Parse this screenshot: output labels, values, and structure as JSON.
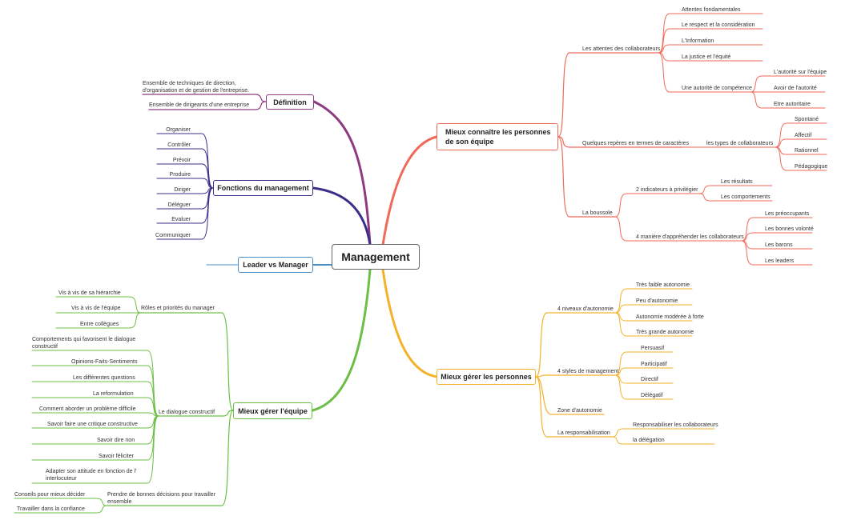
{
  "root": {
    "label": "Management"
  },
  "colors": {
    "definition": "#8e3a80",
    "fonctions": "#3b2f8a",
    "leader": "#4a8ec7",
    "equipe": "#6cbf45",
    "connaitre": "#f06a5a",
    "gerer": "#f3b22a"
  },
  "branches": {
    "definition": {
      "label": "Définition",
      "children": [
        "Ensemble de techniques de direction, d'organisation et de gestion de l'entreprise.",
        "Ensemble de dirigeants d'une entreprise"
      ]
    },
    "fonctions": {
      "label": "Fonctions du management",
      "children": [
        "Organiser",
        "Contrôler",
        "Prévoir",
        "Produire",
        "Diriger",
        "Déléguer",
        "Evaluer",
        "Communiquer"
      ]
    },
    "leader": {
      "label": "Leader vs Manager"
    },
    "equipe": {
      "label": "Mieux gérer l'équipe",
      "roles": {
        "label": "Rôles et priorités du manager",
        "children": [
          "Vis à vis de sa hiérarchie",
          "Vis à vis de l'équipe",
          "Entre collègues"
        ]
      },
      "dialogue": {
        "label": "Le dialogue constructif",
        "children": [
          "Comportements qui favorisent le dialogue constructif",
          "Opinions-Faits-Sentiments",
          "Les différentes questions",
          "La reformulation",
          "Comment aborder un problème difficile",
          "Savoir faire une critique constructive",
          "Savoir dire non",
          "Savoir féliciter",
          "Adapter son attitude en fonction de l' interlocuteur"
        ]
      },
      "decisions": {
        "label": "Prendre de bonnes décisions pour travailler ensemble",
        "children": [
          "Conseils pour mieux décider",
          "Travailler dans la confiance"
        ]
      }
    },
    "connaitre": {
      "label": "Mieux connaître les personnes de son équipe",
      "attentes": {
        "label": "Les attentes des collaborateurs",
        "children": [
          "Attentes fondamentales",
          "Le respect et la considération",
          "L'Information",
          "La justice et l'équité"
        ],
        "competence": {
          "label": "Une autorité de compétence",
          "children": [
            "L'autorité sur l'équipe",
            "Avoir de l'autorité",
            "Etre autoritaire"
          ]
        }
      },
      "reperes": {
        "label": "Quelques repères en termes de caractères",
        "types": {
          "label": "les types de collaborateurs",
          "children": [
            "Spontané",
            "Affectif",
            "Rationnel",
            "Pédagogique"
          ]
        }
      },
      "boussole": {
        "label": "La boussole",
        "indicateurs": {
          "label": "2 indicateurs à privilégier",
          "children": [
            "Les résultats",
            "Les comportements"
          ]
        },
        "manieres": {
          "label": "4 manière d'appréhender les collaborateurs",
          "children": [
            "Les préoccupants",
            "Les bonnes volonté",
            "Les barons",
            "Les leaders"
          ]
        }
      }
    },
    "gerer": {
      "label": "Mieux gérer les personnes",
      "niveaux": {
        "label": "4 niveaux d'autonomie",
        "children": [
          "Très faible autonomie",
          "Peu d'autonomie",
          "Autonomie modérée à forte",
          "Très grande autonomie"
        ]
      },
      "styles": {
        "label": "4 styles de management",
        "children": [
          "Persuasif",
          "Participatif",
          "Directif",
          "Délégatif"
        ]
      },
      "zone": {
        "label": "Zone d'autonomie"
      },
      "resp": {
        "label": "La responsabilisation",
        "children": [
          "Responsabiliser les collaborateurs",
          "la délégation"
        ]
      }
    }
  }
}
